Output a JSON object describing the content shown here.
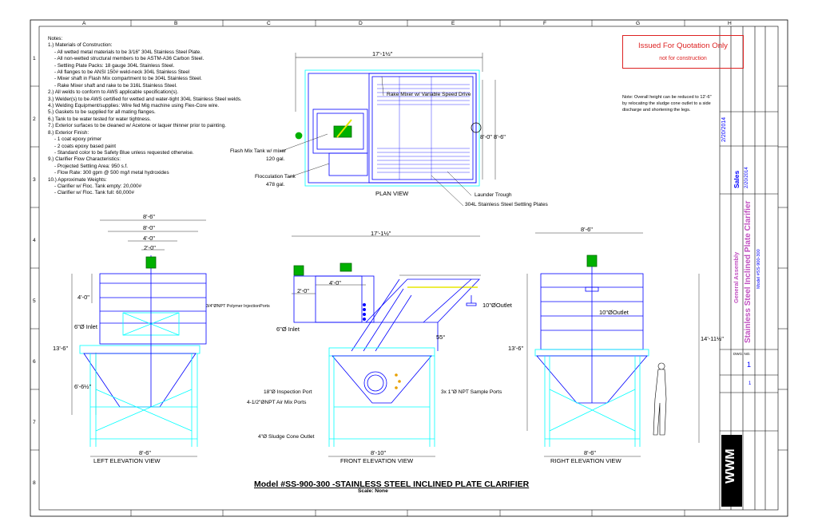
{
  "grid": {
    "columns": [
      "A",
      "B",
      "C",
      "D",
      "E",
      "F",
      "G",
      "H"
    ],
    "rows": [
      "1",
      "2",
      "3",
      "4",
      "5",
      "6",
      "7",
      "8"
    ]
  },
  "notes": {
    "heading": "Notes:",
    "lines": [
      {
        "text": "1.) Materials of Construction:",
        "sub": false
      },
      {
        "text": "- All wetted metal materials to be 3/16\" 304L Stainless Steel Plate.",
        "sub": true
      },
      {
        "text": "- All non-wetted structural members to be ASTM-A36 Carbon Steel.",
        "sub": true
      },
      {
        "text": "- Settling Plate Packs: 18 gauge 304L Stainless Steel.",
        "sub": true
      },
      {
        "text": "- All flanges to be ANSI 150# weld-neck 304L Stainless Steel",
        "sub": true
      },
      {
        "text": "- Mixer shaft in Flash Mix compartment to be 304L Stainless Steel.",
        "sub": true
      },
      {
        "text": "- Rake Mixer shaft and rake to be 316L Stainless Steel.",
        "sub": true
      },
      {
        "text": "2.) All welds to conform to AWS applicable specification(s).",
        "sub": false
      },
      {
        "text": "3.) Welder(s) to be AWS certified for wetted and water-tight 304L Stainless Steel welds.",
        "sub": false
      },
      {
        "text": "4.) Welding Equipment/supplies: Wire fed Mig machine using Flex-Core wire.",
        "sub": false
      },
      {
        "text": "5.) Gaskets to be supplied for all mating flanges.",
        "sub": false
      },
      {
        "text": "6.) Tank to be water tested for water tightness.",
        "sub": false
      },
      {
        "text": "7.) Exterior surfaces to be cleaned w/ Acetone or laquer thinner prior to painting.",
        "sub": false
      },
      {
        "text": "8.) Exterior Finish:",
        "sub": false
      },
      {
        "text": "- 1 coat epoxy primer",
        "sub": true
      },
      {
        "text": "- 2 coats epoxy based paint",
        "sub": true
      },
      {
        "text": "- Standard color to be Safety Blue unless requested otherwise.",
        "sub": true
      },
      {
        "text": "9.) Clarifier Flow Characteristics:",
        "sub": false
      },
      {
        "text": "- Projected Settling Area: 950 s.f.",
        "sub": true
      },
      {
        "text": "- Flow Rate: 300 gpm @ 500 mg/l metal hydroxides",
        "sub": true
      },
      {
        "text": "10.) Approximate Weights:",
        "sub": false
      },
      {
        "text": "- Clarifier w/ Floc. Tank empty: 20,000#",
        "sub": true
      },
      {
        "text": "- Clarifier w/ Floc. Tank full:      60,000#",
        "sub": true
      }
    ]
  },
  "stamp": {
    "line1": "Issued For Quotation Only",
    "line2": "not for construction"
  },
  "side_note": {
    "lines": [
      "Note: Overall height can be reduced to 12'-6\"",
      "by relocating the sludge cone outlet to a side",
      "discharge and shortening the legs."
    ]
  },
  "plan_view": {
    "title": "PLAN VIEW",
    "dim_width": "17'-1½\"",
    "dim_right": "8'-0\" 8'-6\"",
    "callouts": {
      "rake_mixer": "Rake Mixer w/ Variable Speed Drive",
      "flash_mix": "Flash Mix Tank w/ mixer",
      "flash_mix_gal": "120 gal.",
      "floc_tank": "Flocculation Tank",
      "floc_gal": "478 gal.",
      "launder": "Launder Trough",
      "plates": "304L Stainless Steel Settling Plates"
    }
  },
  "left_view": {
    "title": "LEFT ELEVATION VIEW",
    "dims": {
      "w1": "8'-6\"",
      "w2": "8'-0\"",
      "w3": "4'-0\"",
      "w4": "2'-0\"",
      "h1": "4'-0\"",
      "inlet": "6\"Ø Inlet",
      "h_total": "13'-6\"",
      "h_cone": "6'-6½\"",
      "bottom": "8'-6\""
    }
  },
  "front_view": {
    "title": "FRONT ELEVATION VIEW",
    "dims": {
      "width": "17'-1½\"",
      "d40": "4'-0\"",
      "d20": "2'-0\"",
      "polymer": "3/4\"ØNPT Polymer InjectionPorts",
      "inlet": "6\"Ø Inlet",
      "outlet": "10\"ØOutlet",
      "angle": "55°",
      "inspection": "18\"Ø Inspection Port",
      "air_mix": "4-1/2\"ØNPT  Air Mix Ports",
      "sample": "3x 1\"Ø NPT Sample Ports",
      "sludge": "4\"Ø Sludge Cone Outlet",
      "bottom": "8'-10\""
    }
  },
  "right_view": {
    "title": "RIGHT ELEVATION VIEW",
    "dims": {
      "top": "8'-6\"",
      "outlet": "10\"ØOutlet",
      "h1": "13'-6\"",
      "h2": "14'-11½\"",
      "bottom": "8'-6\""
    }
  },
  "title_block": {
    "main": "Model #SS-900-300 -STAINLESS STEEL INCLINED PLATE CLARIFIER",
    "scale": "Scale: None",
    "sales": "Sales",
    "date1": "2/20/2014",
    "date2": "2/20/2014",
    "desc1": "General Assembly",
    "desc2": "Stainless Steel Inclined Plate Clarifier",
    "model": "Model #SS-900-300",
    "dwg_label": "DWG. NO.",
    "dwg_no": "1",
    "sheet_no": "1",
    "logo": "WWM"
  },
  "colors": {
    "cyan": "#00ffff",
    "blue": "#0000ff",
    "green": "#00b000",
    "yellow": "#e8e800",
    "red": "#dd2222",
    "purple": "#c050c0"
  }
}
